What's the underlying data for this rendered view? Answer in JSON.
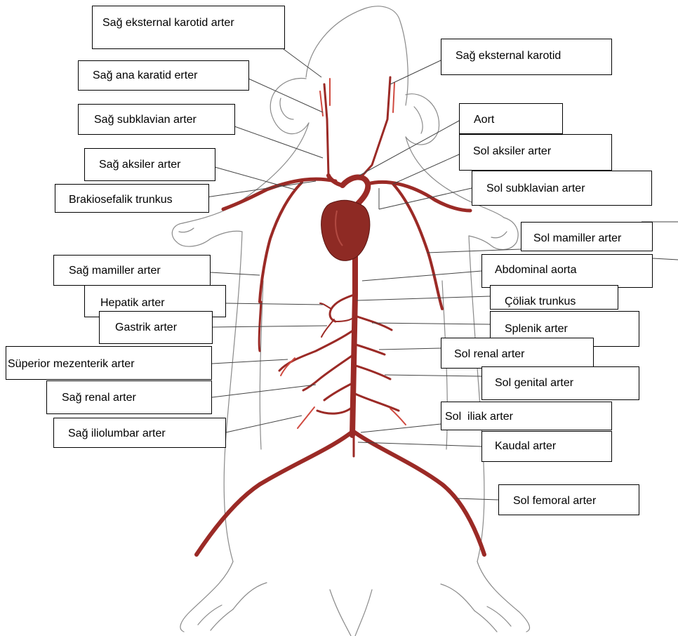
{
  "colors": {
    "artery": "#9b2a26",
    "heart": "#8e2a24",
    "outline": "#8a8a8a",
    "leader": "#444444",
    "label_border": "#000000"
  },
  "labels": {
    "sag_eksternal_karotid_arter": "Sağ eksternal karotid arter",
    "sag_ana_karatid_erter": "Sağ ana karatid erter",
    "sag_subklavian_arter": "Sağ subklavian arter",
    "sag_aksiler_arter": "Sağ aksiler arter",
    "brakiosefalik_trunkus": "Brakiosefalik trunkus",
    "sag_mamiller_arter": "Sağ mamiller arter",
    "hepatik_arter": "Hepatik arter",
    "gastrik_arter": "Gastrik arter",
    "superior_mezenterik_arter": "Süperior mezenterik arter",
    "sag_renal_arter": "Sağ renal arter",
    "sag_iliolumbar_arter": "Sağ iliolumbar arter",
    "sag_eksternal_karotid": "Sağ eksternal karotid",
    "aort": "Aort",
    "sol_aksiler_arter": "Sol aksiler arter",
    "sol_subklavian_arter": "Sol subklavian arter",
    "sol_mamiller_arter": "Sol mamiller arter",
    "abdominal_aorta": "Abdominal aorta",
    "coliak_trunkus": "Çöliak trunkus",
    "splenik_arter": "Splenik arter",
    "sol_renal_arter": "Sol renal arter",
    "sol_genital_arter": "Sol genital arter",
    "sol_iliak_arter": "Sol  iliak arter",
    "kaudal_arter": "Kaudal arter",
    "sol_femoral_arter": "Sol femoral arter"
  }
}
